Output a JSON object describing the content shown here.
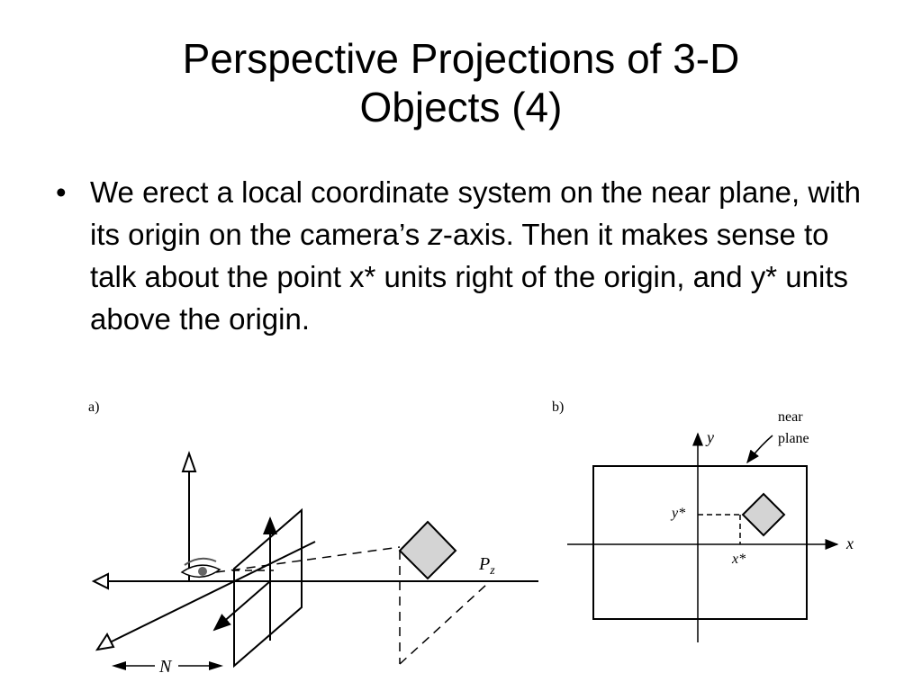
{
  "slide": {
    "title_line1": "Perspective Projections of 3-D",
    "title_line2": "Objects (4)",
    "bullet_symbol": "•",
    "bullet": {
      "part1": "We erect a local coordinate system on the near plane, with its origin on the camera’s ",
      "italic": "z",
      "part2": "-axis. Then it makes sense to talk about the point x* units right of the origin, and y* units above the origin."
    }
  },
  "figure_a": {
    "panel_label": "a)",
    "pz_label": "P",
    "pz_subscript": "z",
    "n_label": "N"
  },
  "figure_b": {
    "panel_label": "b)",
    "near_plane_line1": "near",
    "near_plane_line2": "plane",
    "y_axis_label": "y",
    "x_axis_label": "x",
    "y_star_label": "y*",
    "x_star_label": "x*"
  },
  "colors": {
    "diamond_fill": "#d4d4d4",
    "stroke": "#000000"
  }
}
